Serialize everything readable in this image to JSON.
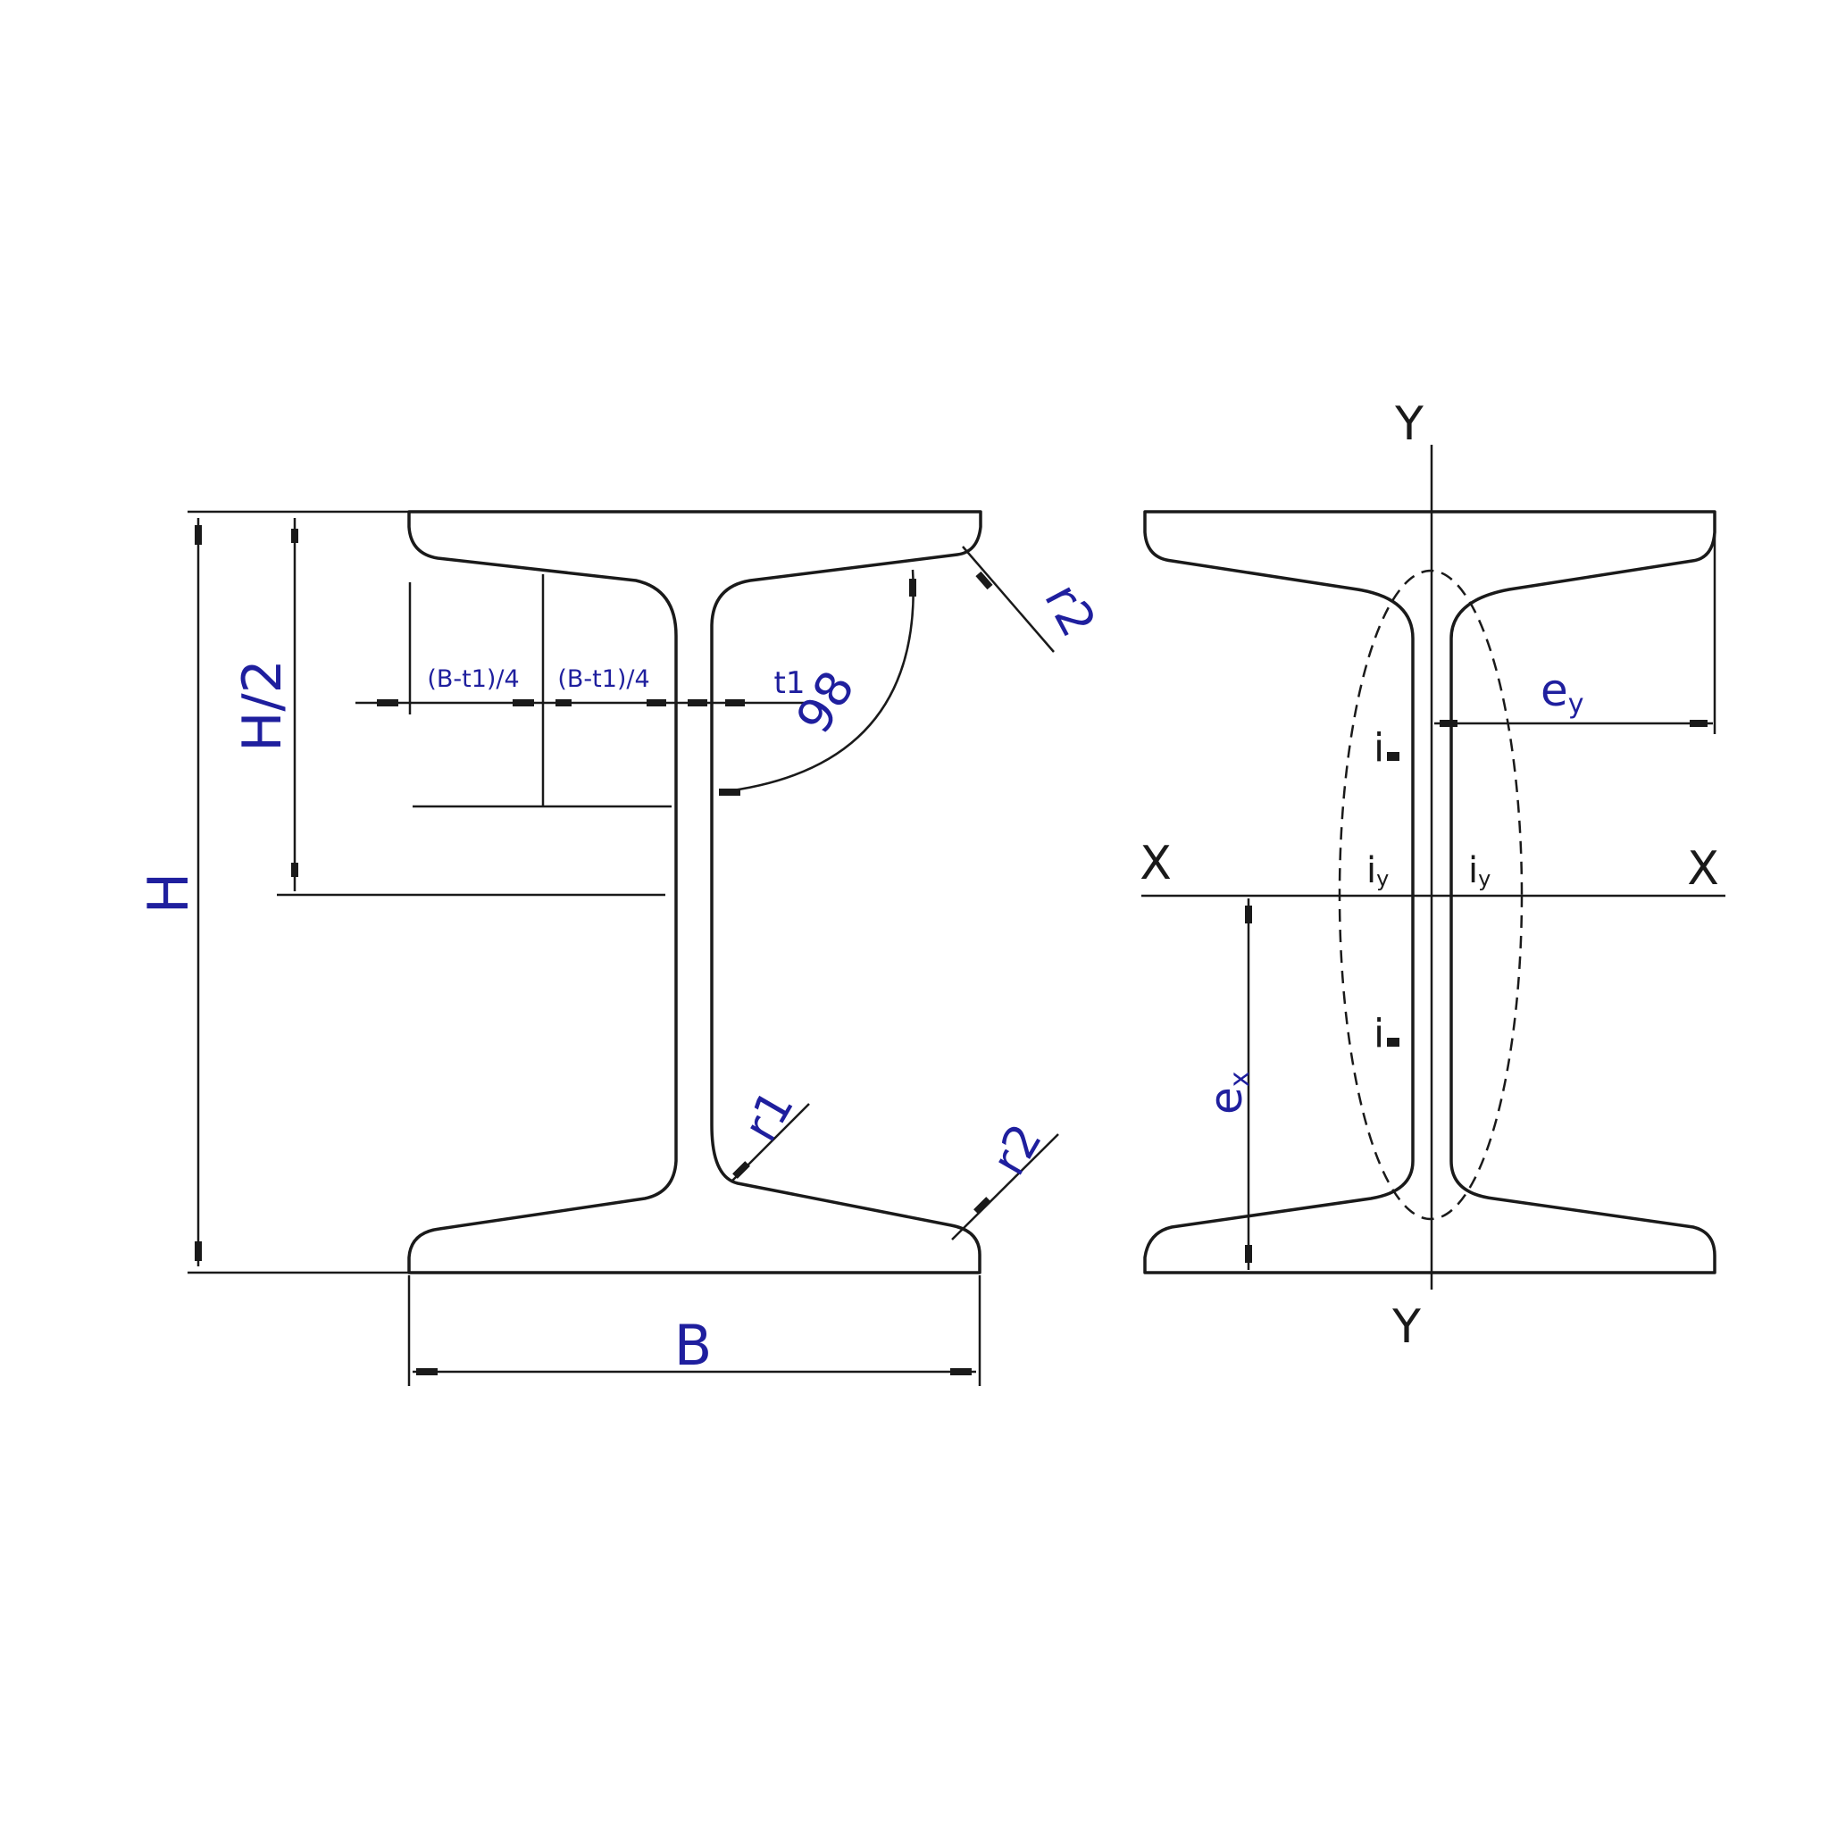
{
  "left_view": {
    "labels": {
      "height": "H",
      "half_height": "H/2",
      "width": "B",
      "flange_thickness": "t1",
      "slope": "98",
      "radius_top": "r2",
      "radius_web": "r1",
      "radius_bottom": "r2",
      "quarter_left": "(B-t1)/4",
      "quarter_right": "(B-t1)/4"
    }
  },
  "right_view": {
    "axes": {
      "y_top": "Y",
      "y_bottom": "Y",
      "x_left": "X",
      "x_right": "X"
    },
    "labels": {
      "ey": "e",
      "ey_sub": "y",
      "ex": "e",
      "ex_sub": "x",
      "i_perp_top": "i",
      "i_perp_bottom": "i",
      "iy_left": "i",
      "iy_right": "i",
      "iy_sub": "y"
    }
  },
  "colors": {
    "line": "#1a1a1a",
    "label": "#1f1f9e"
  }
}
